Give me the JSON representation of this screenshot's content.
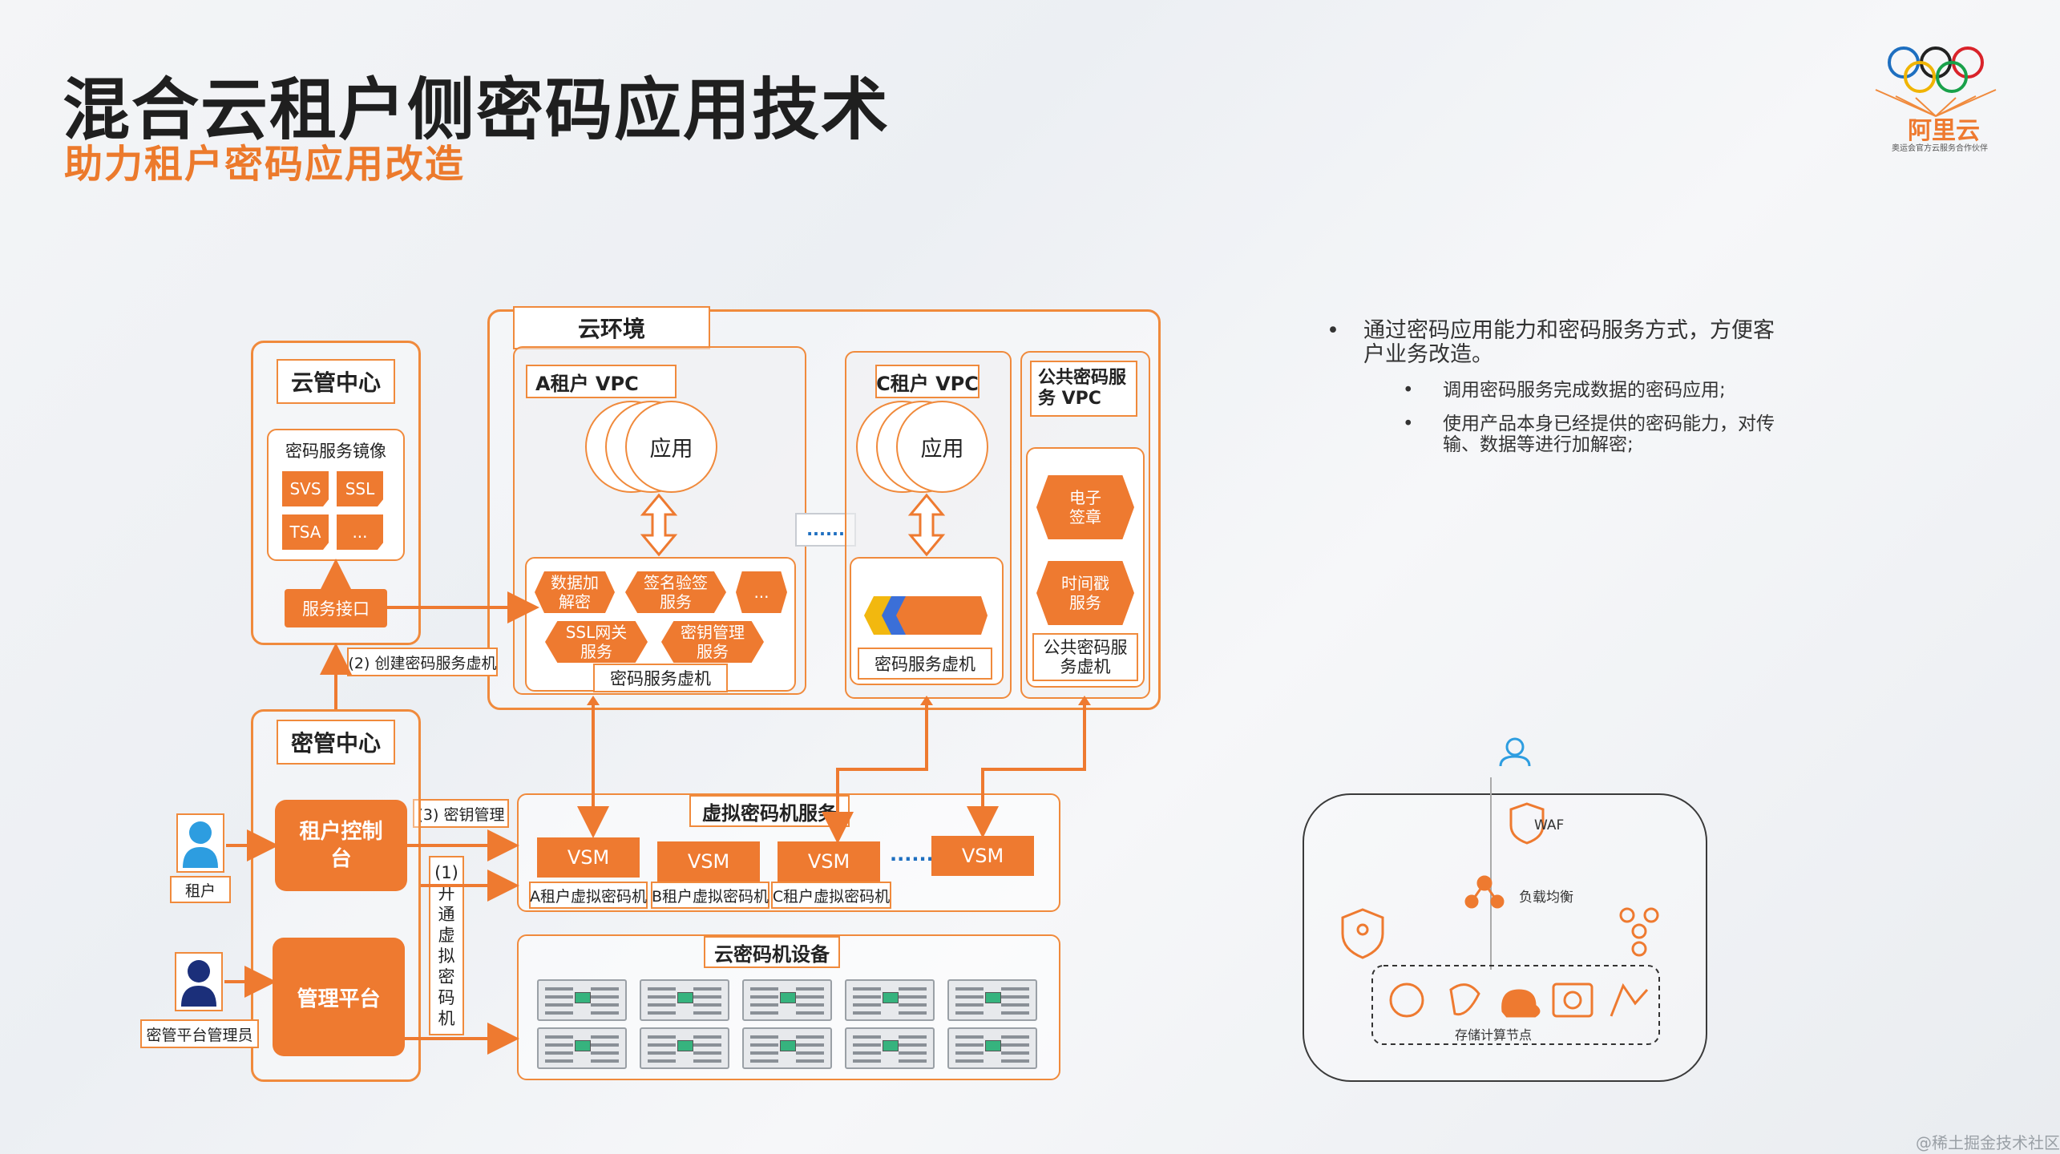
{
  "title": "混合云租户侧密码应用技术",
  "subtitle": "助力租户密码应用改造",
  "logo": {
    "name": "阿里云",
    "slogan": "奥运会官方云服务合作伙伴"
  },
  "cloud_mgmt": {
    "title": "云管中心",
    "mirror": "密码服务镜像",
    "items": [
      "SVS",
      "SSL",
      "TSA",
      "..."
    ],
    "api": "服务接口"
  },
  "cloud_env": {
    "title": "云环境"
  },
  "vpc_a": {
    "title": "A租户 VPC",
    "app": "应用",
    "services": [
      "数据加解密",
      "签名验签服务",
      "...",
      "SSL网关服务",
      "密钥管理服务"
    ],
    "vm": "密码服务虚机"
  },
  "dots_mid": "......",
  "vpc_c": {
    "title": "C租户 VPC",
    "app": "应用",
    "vm": "密码服务虚机"
  },
  "vpc_pub": {
    "title": "公共密码服务 VPC",
    "services": [
      "电子签章",
      "时间戳服务"
    ],
    "vm": "公共密码服务虚机"
  },
  "steps": {
    "step2": "(2) 创建密码服务虚机",
    "step3": "(3) 密钥管理",
    "step1": "(1)开通虚拟密码机"
  },
  "key_mgmt": {
    "title": "密管中心",
    "tenant_console": "租户控制台",
    "mgmt_platform": "管理平台",
    "tenant": "租户",
    "admin": "密管平台管理员"
  },
  "vsm_service": {
    "title": "虚拟密码机服务",
    "vsm_label": "VSM",
    "dots": "......",
    "machines": [
      "A租户虚拟密码机",
      "B租户虚拟密码机",
      "C租户虚拟密码机"
    ]
  },
  "hsm": {
    "title": "云密码机设备"
  },
  "bullets": {
    "main": "通过密码应用能力和密码服务方式，方便客户业务改造。",
    "subs": [
      "调用密码服务完成数据的密码应用;",
      "使用产品本身已经提供的密码能力，对传输、数据等进行加解密;"
    ]
  },
  "right_diagram": {
    "waf": "WAF",
    "lb": "负载均衡",
    "nodes": "存储计算节点"
  },
  "watermark": "@稀土掘金技术社区",
  "colors": {
    "accent": "#ee7a30",
    "border": "#f08a3c",
    "title": "#1f1f1f"
  }
}
